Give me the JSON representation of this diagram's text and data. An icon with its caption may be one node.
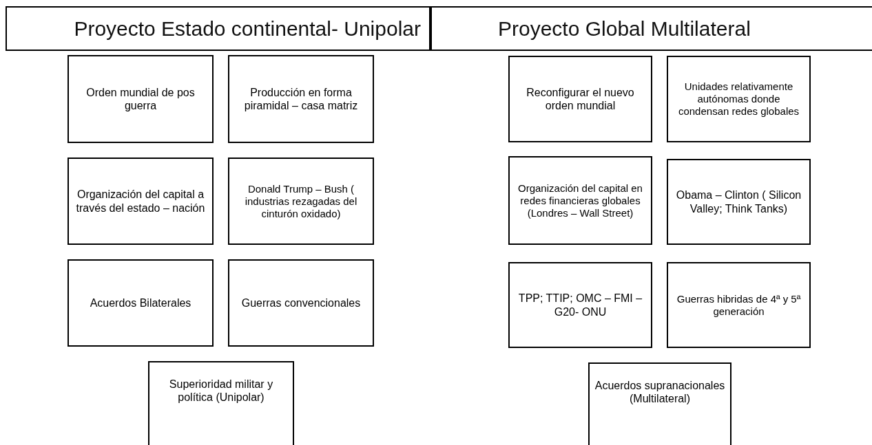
{
  "diagram": {
    "nodes": [
      {
        "text": [
          "Proyecto Estado continental- Unipolar"
        ]
      },
      {
        "text": [
          "Proyecto Global Multilateral"
        ]
      },
      {
        "text": [
          "Orden mundial de pos guerra"
        ]
      },
      {
        "text": [
          "Producción en forma piramidal – casa matriz"
        ]
      },
      {
        "text": [
          "Reconfigurar el nuevo orden mundial"
        ]
      },
      {
        "text": [
          "Unidades relativamente autónomas donde condensan redes globales"
        ]
      },
      {
        "text": [
          "Organización del capital a través del estado – nación"
        ]
      },
      {
        "text": [
          "Donald Trump – Bush ( industrias rezagadas del cinturón oxidado)"
        ]
      },
      {
        "text": [
          "Organización del capital en redes financieras globales (Londres – Wall Street)"
        ]
      },
      {
        "text": [
          "Obama – Clinton ( Silicon Valley; Think Tanks)"
        ]
      },
      {
        "text": [
          "Acuerdos Bilaterales"
        ]
      },
      {
        "text": [
          "Guerras convencionales"
        ]
      },
      {
        "text": [
          "TPP; TTIP; OMC – FMI – G20- ONU"
        ]
      },
      {
        "text": [
          "Guerras hibridas de 4ª y 5ª generación"
        ]
      },
      {
        "text": [
          "Superioridad militar y política (Unipolar)"
        ]
      },
      {
        "text": [
          "Acuerdos supranacionales (Multilateral)"
        ]
      }
    ]
  }
}
